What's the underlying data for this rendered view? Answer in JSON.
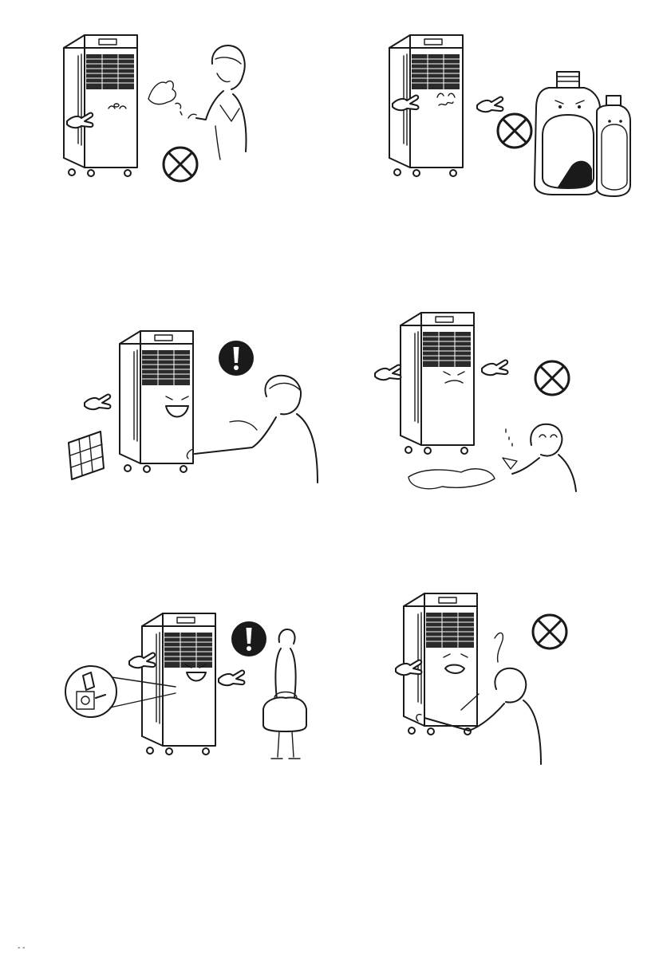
{
  "page": {
    "page_number": "- -"
  },
  "panels": [
    {
      "id": "no-wet-hands-touch",
      "sign": "prohibited-icon"
    },
    {
      "id": "no-chemical-cleaners",
      "sign": "prohibited-icon"
    },
    {
      "id": "clean-filter-caution",
      "sign": "caution-icon"
    },
    {
      "id": "no-water-spill",
      "sign": "prohibited-icon"
    },
    {
      "id": "unplug-before-moving",
      "sign": "caution-icon"
    },
    {
      "id": "no-poking-into-unit",
      "sign": "prohibited-icon"
    }
  ],
  "colors": {
    "ink": "#1a1a1a",
    "paper": "#ffffff",
    "grille": "#2b2b2b"
  }
}
